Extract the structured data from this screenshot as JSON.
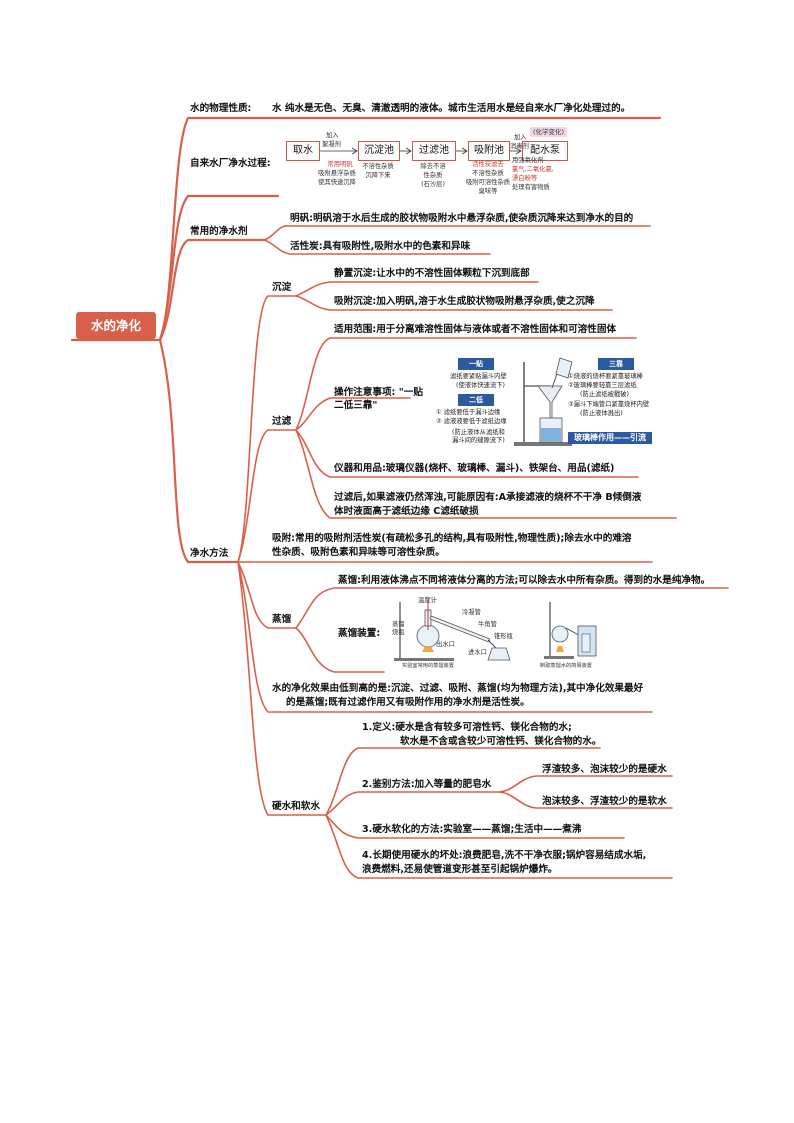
{
  "root": "水的净化",
  "physical": {
    "label": "水的物理性质:",
    "text": "水 纯水是无色、无臭、清澈透明的液体。城市生活用水是经自来水厂净化处理过的。"
  },
  "plant": {
    "label": "自来水厂净水过程:",
    "tag": "(化学变化)",
    "steps": [
      "取水",
      "沉淀池",
      "过滤池",
      "吸附池",
      "配水泵"
    ],
    "add1": [
      "加入",
      "絮凝剂"
    ],
    "add2": [
      "加入",
      "消毒剂"
    ],
    "note_alum": [
      "常用明矾",
      "吸附悬浮杂质",
      "使其快速沉降"
    ],
    "note_settle": [
      "不溶性杂质",
      "沉降下来"
    ],
    "note_filter": [
      "除去不溶",
      "性杂质",
      "(石沙层)"
    ],
    "note_adsorb": [
      "活性炭滤去",
      "不溶性杂质",
      "吸附可溶性杂质",
      "臭味等"
    ],
    "note_disinfect": [
      "用强氧化剂",
      "氯气,二氧化氯,",
      "漂白粉等",
      "处理有害物质"
    ]
  },
  "agents": {
    "label": "常用的净水剂",
    "alum": "明矾:明矾溶于水后生成的胶状物吸附水中悬浮杂质,使杂质沉降来达到净水的目的",
    "carbon": "活性炭:具有吸附性,吸附水中的色素和异味"
  },
  "methods": {
    "label": "净水方法",
    "sediment": {
      "label": "沉淀",
      "static": "静置沉淀:让水中的不溶性固体颗粒下沉到底部",
      "adsorb": "吸附沉淀:加入明矾,溶于水生成胶状物吸附悬浮杂质,使之沉降"
    },
    "filter": {
      "label": "过滤",
      "scope": "适用范围:用于分离难溶性固体与液体或者不溶性固体和可溶性固体",
      "ops_line1": "操作注意事项: \"一贴",
      "ops_line2": "二低三靠\"",
      "fig_one": "一贴",
      "fig_one_1": "滤纸要紧贴漏斗内壁",
      "fig_one_2": "(使液体快速流下)",
      "fig_two": "二低",
      "fig_two_1": "① 滤纸要低于漏斗边缘",
      "fig_two_2": "② 滤液液要低于滤纸边缘",
      "fig_two_3": "(防止液体从滤纸和",
      "fig_two_4": "漏斗间的缝隙流下)",
      "fig_three": "三靠",
      "fig_three_1": "①烧液的烧杯要紧靠玻璃棒",
      "fig_three_2": "②玻璃棒要轻靠三层滤纸",
      "fig_three_3": "(防止滤纸被戳破)",
      "fig_three_4": "③漏斗下端管口紧靠烧杯内壁",
      "fig_three_5": "(防止液体溅出)",
      "fig_rod": "玻璃棒作用——引流",
      "tools": "仪器和用品:玻璃仪器(烧杯、玻璃棒、漏斗)、铁架台、用品(滤纸)",
      "turbid1": "过滤后,如果滤液仍然浑浊,可能原因有:A承接滤液的烧杯不干净 B倾倒液",
      "turbid2": "体时液面高于滤纸边缘 C滤纸破损"
    },
    "adsorption1": "吸附:常用的吸附剂活性炭(有疏松多孔的结构,具有吸附性,物理性质);除去水中的难溶",
    "adsorption2": "性杂质、吸附色素和异味等可溶性杂质。",
    "distill": {
      "label": "蒸馏",
      "def": "蒸馏:利用液体沸点不同将液体分离的方法;可以除去水中所有杂质。得到的水是纯净物。",
      "device": "蒸馏装置:",
      "fig_thermo": "温度计",
      "fig_flask1": "蒸馏",
      "fig_flask2": "烧瓶",
      "fig_cond": "冷凝管",
      "fig_horn": "牛角管",
      "fig_conical": "锥形瓶",
      "fig_out": "出水口",
      "fig_in": "进水口",
      "cap1": "实验室常用的蒸馏装置",
      "cap2": "制取蒸馏水的简易装置"
    },
    "effect1": "水的净化效果由低到高的是:沉淀、过滤、吸附、蒸馏(均为物理方法),其中净化效果最好",
    "effect2": "的是蒸馏;既有过滤作用又有吸附作用的净水剂是活性炭。",
    "hard": {
      "label": "硬水和软水",
      "def1": "1.定义:硬水是含有较多可溶性钙、镁化合物的水;",
      "def2": "软水是不含或含较少可溶性钙、镁化合物的水。",
      "identify": "2.鉴别方法:加入等量的肥皂水",
      "hard_result": "浮渣较多、泡沫较少的是硬水",
      "soft_result": "泡沫较多、浮渣较少的是软水",
      "soften": "3.硬水软化的方法:实验室——蒸馏;生活中——煮沸",
      "harm1": "4.长期使用硬水的坏处:浪费肥皂,洗不干净衣服;锅炉容易结成水垢,",
      "harm2": "浪费燃料,还易使管道变形甚至引起锅炉爆炸。"
    }
  },
  "colors": {
    "branch": "#d8604b",
    "root_fill": "#d8604b",
    "accent_red": "#d0362d",
    "blue_label": "#2c5aa0"
  }
}
